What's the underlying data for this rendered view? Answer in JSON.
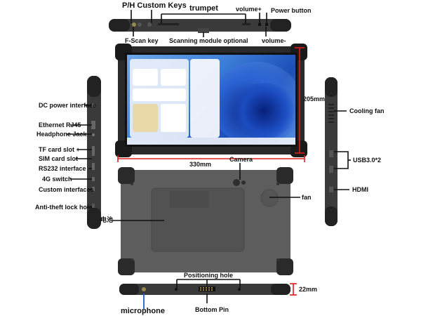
{
  "labels": {
    "custom_keys": "P/H Custom Keys",
    "trumpet": "trumpet",
    "volume_plus": "volume+",
    "power_button": "Power button",
    "f_scan_key": "F-Scan key",
    "scanning_module": "Scanning module optional",
    "volume_minus": "volume-",
    "height_dim": "205mm",
    "width_dim": "330mm",
    "camera": "Camera",
    "dc_power": "DC power interface",
    "ethernet": "Ethernet RJ45",
    "headphone": "Headphone Jack",
    "tf_card": "TF card slot +",
    "sim_card": "SIM card slot",
    "rs232": "RS232 interface",
    "switch_4g": "4G switch",
    "custom_interfaces": "Custom interfaces",
    "anti_theft": "Anti-theft lock hole",
    "battery": "电池",
    "cooling_fan": "Cooling fan",
    "usb": "USB3.0*2",
    "hdmi": "HDMI",
    "fan": "fan",
    "positioning_hole": "Positioning hole",
    "thickness_dim": "22mm",
    "microphone": "microphone",
    "bottom_pin": "Bottom Pin"
  },
  "colors": {
    "dimension_red": "#e01b1b",
    "leader_black": "#111111",
    "device_dark": "#2b2b2b",
    "device_back": "#5a5a5a",
    "mic_blue": "#1e5bd8"
  }
}
